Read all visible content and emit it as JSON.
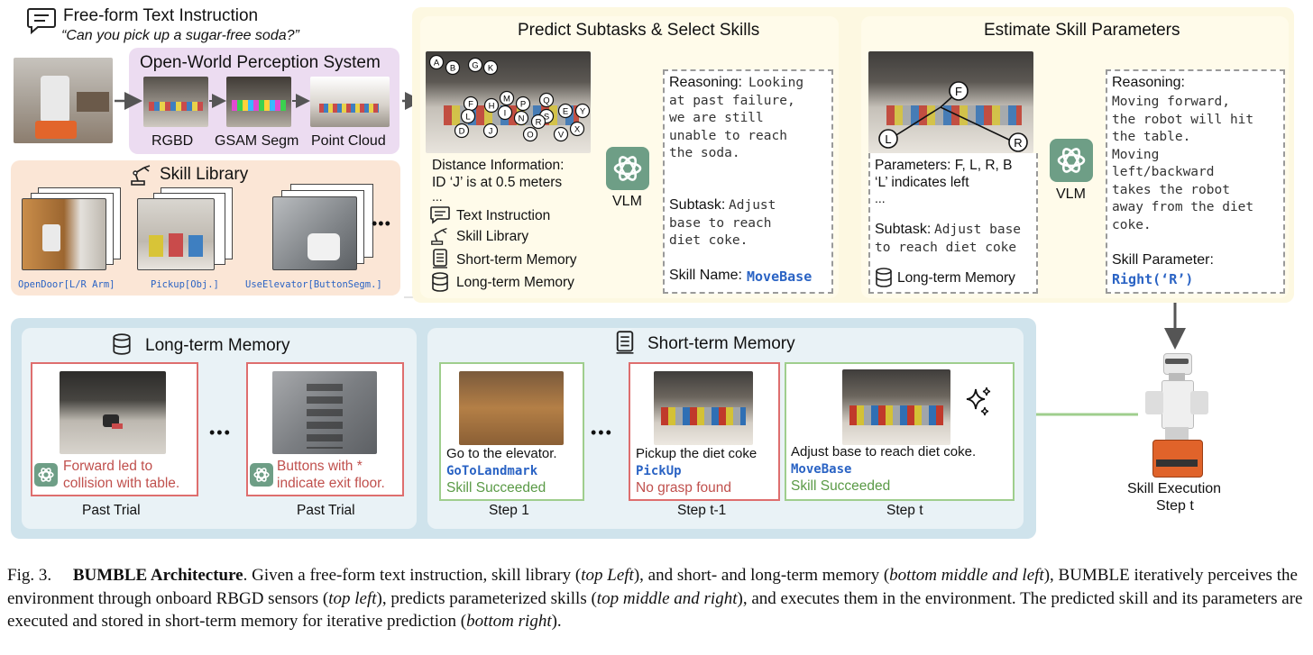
{
  "instruction": {
    "title": "Free-form Text Instruction",
    "quote": "“Can you pick up a sugar-free soda?”"
  },
  "perception": {
    "title": "Open-World Perception System",
    "labels": [
      "RGBD",
      "GSAM Segm",
      "Point Cloud"
    ]
  },
  "skill_library": {
    "title": "Skill Library",
    "items": [
      "OpenDoor[L/R Arm]",
      "Pickup[Obj.]",
      "UseElevator[ButtonSegm.]"
    ],
    "more": "•••"
  },
  "predict": {
    "title": "Predict Subtasks & Select Skills",
    "marker_letters": [
      "A",
      "B",
      "G",
      "K",
      "F",
      "H",
      "M",
      "P",
      "Q",
      "E",
      "L",
      "I",
      "N",
      "S",
      "Y",
      "D",
      "J",
      "O",
      "V",
      "X",
      "R"
    ],
    "distance_label": "Distance Information:",
    "distance_value": "ID ‘J’ is at 0.5 meters",
    "ellipsis": "...",
    "inputs": [
      "Text Instruction",
      "Skill Library",
      "Short-term Memory",
      "Long-term Memory"
    ],
    "vlm": "VLM",
    "reasoning_label": "Reasoning:",
    "reasoning_text": [
      "Looking",
      "at past failure,",
      "we are still",
      "unable to reach",
      "the soda."
    ],
    "subtask_label": "Subtask:",
    "subtask_text": [
      "Adjust",
      "base to reach",
      "diet coke."
    ],
    "skill_name_label": "Skill Name:",
    "skill_name": "MoveBase"
  },
  "estimate": {
    "title": "Estimate Skill Parameters",
    "image_letters": [
      "F",
      "L",
      "R"
    ],
    "params_label": "Parameters: F, L, R, B",
    "params_note": "‘L’ indicates left",
    "ellipsis": "...",
    "subtask_label": "Subtask:",
    "subtask_text": [
      "Adjust base",
      "to reach diet coke"
    ],
    "memory": "Long-term Memory",
    "vlm": "VLM",
    "reasoning_label": "Reasoning:",
    "reasoning_text": [
      "Moving forward,",
      "the robot will hit",
      "the table.",
      "Moving",
      "left/backward",
      "takes the robot",
      "away from the diet",
      "coke."
    ],
    "param_label": "Skill Parameter:",
    "param_value": "Right(‘R’)"
  },
  "long_term": {
    "title": "Long-term Memory",
    "cards": [
      {
        "text": [
          "Forward led to",
          "collision with table."
        ],
        "label": "Past Trial"
      },
      {
        "text": [
          "Buttons with *",
          "indicate exit floor."
        ],
        "label": "Past Trial"
      }
    ],
    "dots": "•••"
  },
  "short_term": {
    "title": "Short-term Memory",
    "cards": [
      {
        "desc": "Go to the elevator.",
        "skill": "GoToLandmark",
        "status": "Skill Succeeded",
        "step": "Step 1"
      },
      {
        "desc": "Pickup the diet coke",
        "skill": "PickUp",
        "status": "No grasp found",
        "step": "Step t-1"
      },
      {
        "desc": "Adjust base to reach diet coke.",
        "skill": "MoveBase",
        "status": "Skill Succeeded",
        "step": "Step t"
      }
    ],
    "dots": "•••"
  },
  "execution": {
    "line1": "Skill Execution",
    "line2": "Step t"
  },
  "caption": {
    "fig": "Fig. 3.",
    "bold": "BUMBLE Architecture",
    "p1": ". Given a free-form text instruction, skill library (",
    "i1": "top Left",
    "p2": "), and short- and long-term memory (",
    "i2": "bottom middle and left",
    "p3": "), BUMBLE iteratively perceives the environment through onboard RBGD sensors (",
    "i3": "top left",
    "p4": "), predicts parameterized skills (",
    "i4": "top middle and right",
    "p5": "), and executes them in the environment. The predicted skill and its parameters are executed and stored in short-term memory for iterative prediction (",
    "i5": "bottom right",
    "p6": ")."
  },
  "colors": {
    "perception_bg": "#ecdcf1",
    "skill_bg": "#fbe6d6",
    "top_yellow": "#fdf8e1",
    "bottom_blue": "#cfe3ec",
    "inner_blue": "#e9f2f6",
    "code_blue": "#2a63c4",
    "red": "#de6e6e",
    "green": "#9fce8d"
  }
}
